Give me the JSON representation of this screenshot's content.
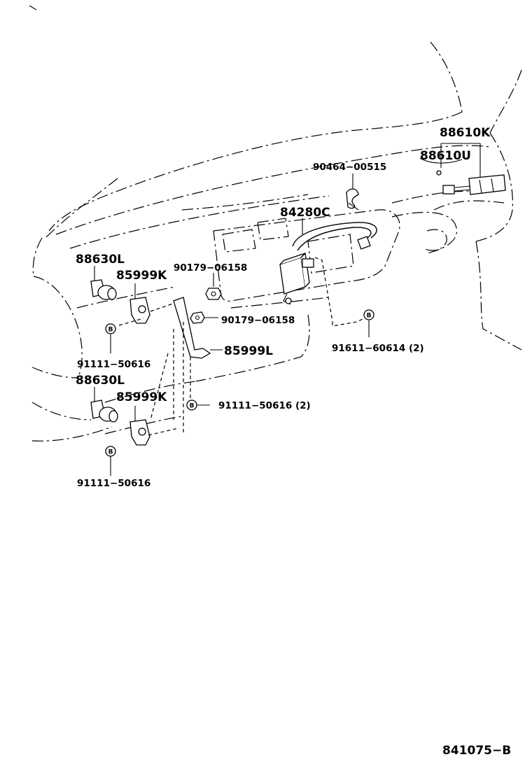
{
  "labels": {
    "p88610K": "88610K",
    "p88610U": "88610U",
    "p90464": "90464−00515",
    "p84280C": "84280C",
    "p88630L_top": "88630L",
    "p85999K_top": "85999K",
    "p90179_a": "90179−06158",
    "p90179_b": "90179−06158",
    "p91611": "91611−60614 (2)",
    "p91111_a": "91111−50616",
    "p85999L": "85999L",
    "p88630L_bot": "88630L",
    "p85999K_bot": "85999K",
    "p91111_b": "91111−50616 (2)",
    "p91111_c": "91111−50616",
    "diagram_id": "841075−B"
  },
  "marker_letter": "B"
}
